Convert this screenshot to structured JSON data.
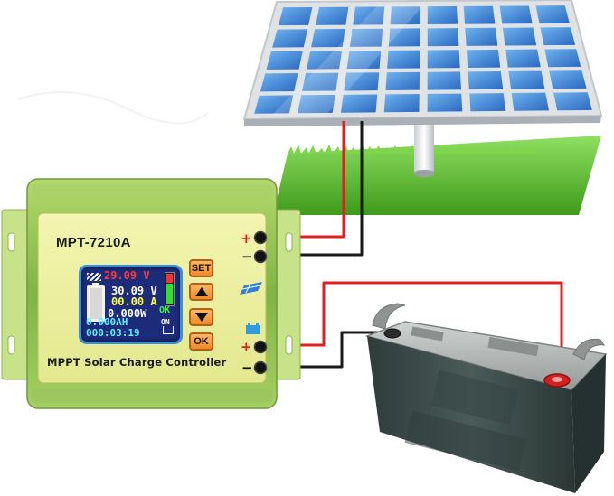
{
  "controller": {
    "model": "MPT-7210A",
    "footer": "MPPT Solar Charge Controller",
    "lcd": {
      "pv_voltage": "29.09 V",
      "battery_voltage": "30.09 V",
      "battery_current": "00.00 A",
      "battery_power": "0.000W",
      "ok_status": "OK",
      "on_status": "ON",
      "amp_hours": "0.000AH",
      "runtime": "000:03:19"
    },
    "buttons": {
      "set": "SET",
      "ok": "OK"
    },
    "terminals": {
      "plus": "+",
      "minus": "−"
    }
  },
  "colors": {
    "controller_body": "#9bc95a",
    "controller_face": "#eef0a0",
    "lcd_bg": "#1c2b7a",
    "button": "#f5a04a",
    "wire_red": "#e02020",
    "wire_black": "#1a1a1a",
    "panel_cell": "#3b86d6",
    "grass": "#5cc02a",
    "battery_body": "#3a4a48",
    "battery_lid": "#b8bcba"
  }
}
